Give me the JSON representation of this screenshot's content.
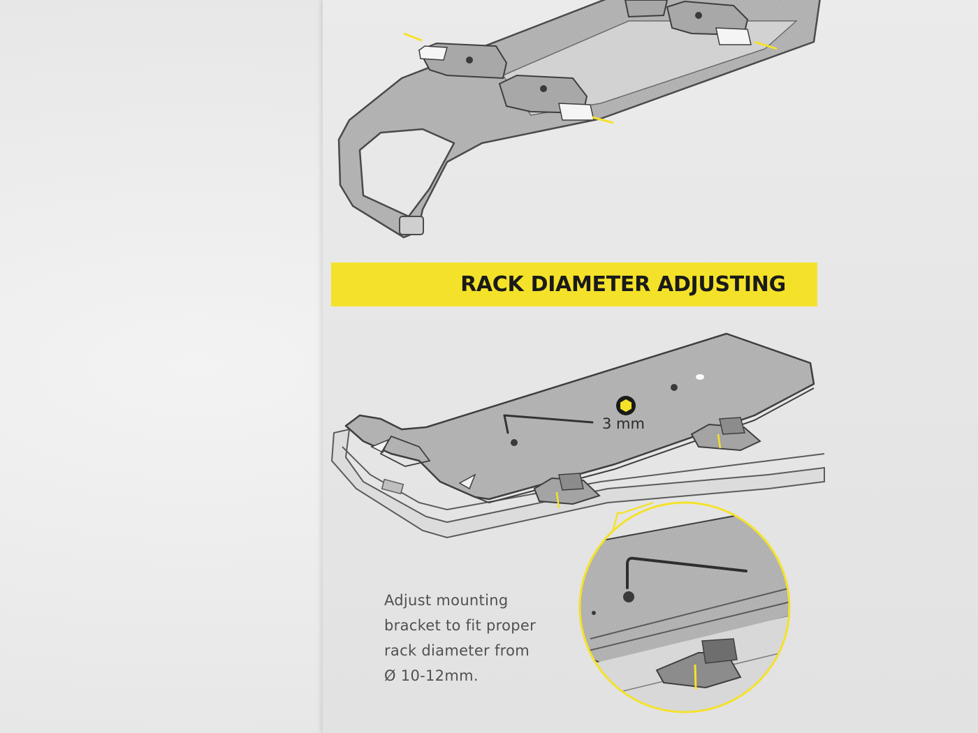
{
  "section": {
    "title": "RACK DIAMETER ADJUSTING"
  },
  "tool": {
    "size_label": "3 mm",
    "icon": "hex-key-icon",
    "accent": "#f4e22a"
  },
  "instructions": {
    "lines": [
      "Adjust mounting",
      "bracket to fit proper",
      "rack diameter from",
      "Ø 10-12mm."
    ]
  },
  "colors": {
    "banner": "#f4e22a",
    "line": "#4a4a4a",
    "fill": "#b9b9b9"
  }
}
